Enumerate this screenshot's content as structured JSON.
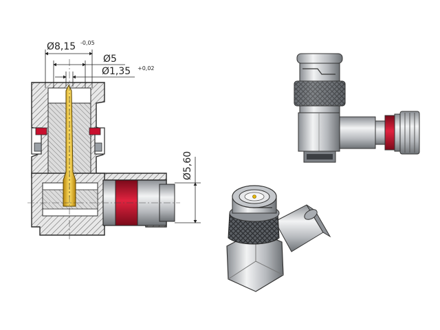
{
  "dimensions": {
    "outer_diameter": "Ø8,15",
    "outer_tolerance": "-0,05",
    "pin_bore_diameter": "Ø5",
    "pin_diameter": "Ø1,35",
    "pin_tolerance": "+0,02",
    "cable_entry_diameter": "Ø5,60"
  },
  "colors": {
    "steel": "#b9bcc0",
    "steel_dark": "#6f7378",
    "hatch_fill": "#e6e6e6",
    "contact_gold": "#e6b800",
    "insulator_red": "#c8102e",
    "outline": "#2a2a2a"
  }
}
